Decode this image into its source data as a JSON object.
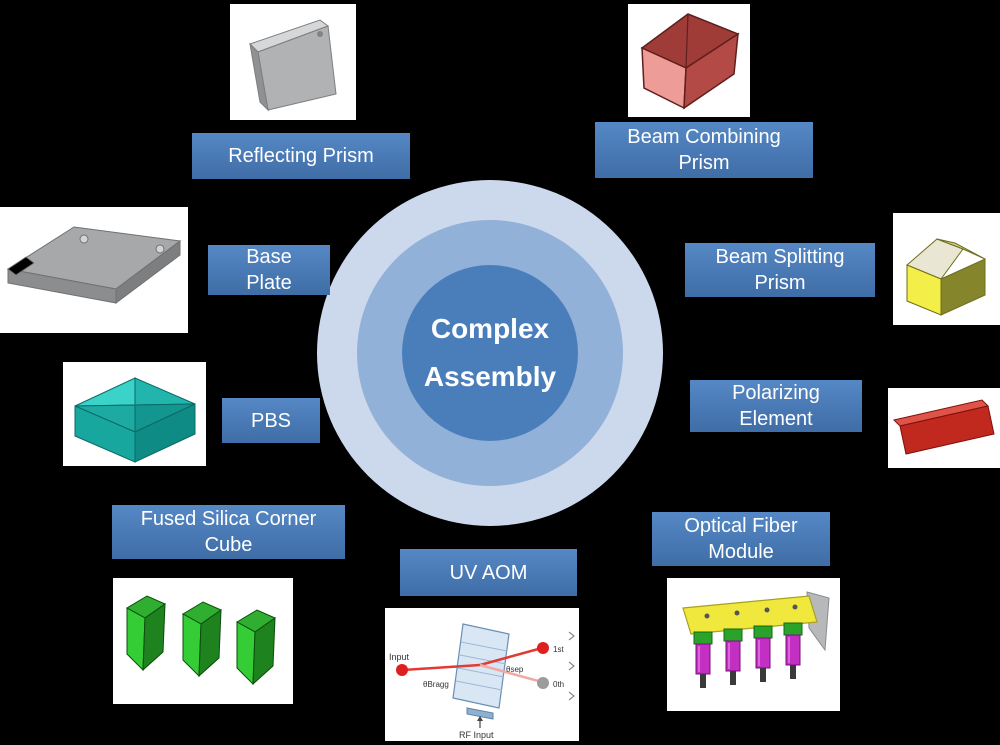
{
  "center": {
    "label_lines": [
      "Complex",
      "Assembly"
    ]
  },
  "colors": {
    "background": "#000000",
    "label_bg": "#5588c5",
    "label_bg_dark": "#3f6da6",
    "label_text": "#ffffff",
    "circle_outer": "#ccd9ed",
    "circle_mid": "#92b1d8",
    "circle_inner": "#4a7ebb",
    "center_text": "#ffffff"
  },
  "nodes": [
    {
      "id": "reflecting-prism",
      "label": "Reflecting Prism",
      "label_lines": [
        "Reflecting Prism"
      ],
      "icon": "gray-prism-3d-icon"
    },
    {
      "id": "beam-combining-prism",
      "label": "Beam Combining Prism",
      "label_lines": [
        "Beam Combining",
        "Prism"
      ],
      "icon": "red-prism-3d-icon"
    },
    {
      "id": "base-plate",
      "label": "Base Plate",
      "label_lines": [
        "Base",
        "Plate"
      ],
      "icon": "gray-plate-3d-icon"
    },
    {
      "id": "beam-splitting-prism",
      "label": "Beam Splitting Prism",
      "label_lines": [
        "Beam Splitting",
        "Prism"
      ],
      "icon": "yellow-prism-3d-icon"
    },
    {
      "id": "pbs",
      "label": "PBS",
      "label_lines": [
        "PBS"
      ],
      "icon": "teal-cube-3d-icon"
    },
    {
      "id": "polarizing-element",
      "label": "Polarizing Element",
      "label_lines": [
        "Polarizing",
        "Element"
      ],
      "icon": "red-slab-3d-icon"
    },
    {
      "id": "fused-silica-corner-cube",
      "label": "Fused Silica Corner Cube",
      "label_lines": [
        "Fused Silica Corner",
        "Cube"
      ],
      "icon": "green-corner-cubes-3d-icon"
    },
    {
      "id": "uv-aom",
      "label": "UV AOM",
      "label_lines": [
        "UV AOM"
      ],
      "icon": "aom-schematic-icon"
    },
    {
      "id": "optical-fiber-module",
      "label": "Optical Fiber Module",
      "label_lines": [
        "Optical Fiber",
        "Module"
      ],
      "icon": "fiber-module-3d-icon"
    }
  ],
  "aom": {
    "input_label": "Input",
    "bragg_label": "θBragg",
    "sep_label": "θsep",
    "first_order_label": "1st",
    "zero_order_label": "0th",
    "rf_label": "RF Input"
  }
}
